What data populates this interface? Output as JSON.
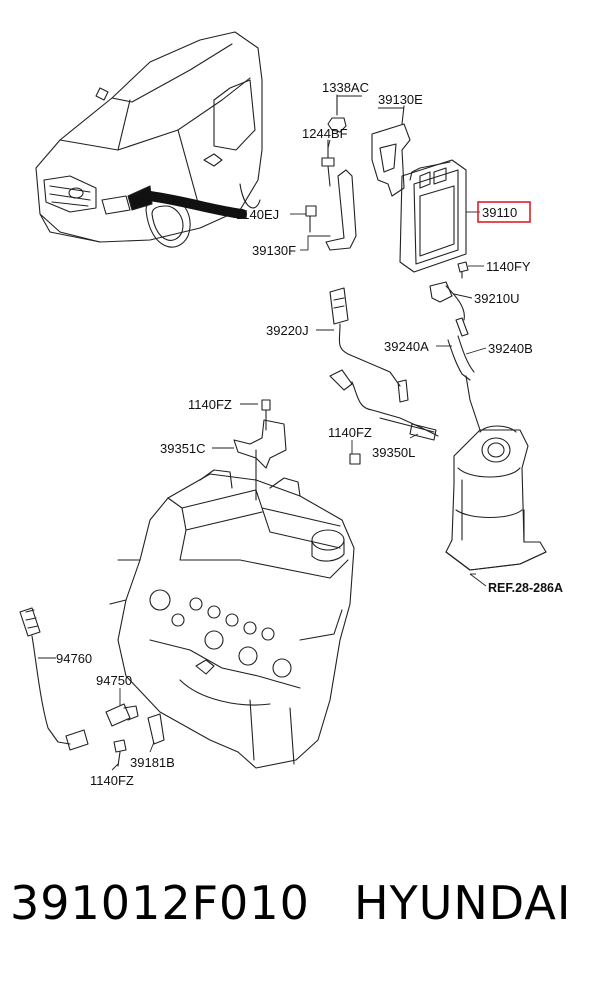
{
  "diagram": {
    "labels": {
      "l1338AC": "1338AC",
      "l39130E": "39130E",
      "l1244BF": "1244BF",
      "l1140EJ": "1140EJ",
      "l39110": "39110",
      "l39130F": "39130F",
      "l1140FY": "1140FY",
      "l39210U": "39210U",
      "l39220J": "39220J",
      "l39240A": "39240A",
      "l39240B": "39240B",
      "l1140FZ_a": "1140FZ",
      "l39351C": "39351C",
      "l1140FZ_b": "1140FZ",
      "l39350L": "39350L",
      "lREF": "REF.28-286A",
      "l94760": "94760",
      "l94750": "94750",
      "l39181B": "39181B",
      "l1140FZ_c": "1140FZ"
    },
    "highlight_color": "#e0202a"
  },
  "caption": {
    "part_number": "391012F010",
    "brand": "HYUNDAI"
  }
}
